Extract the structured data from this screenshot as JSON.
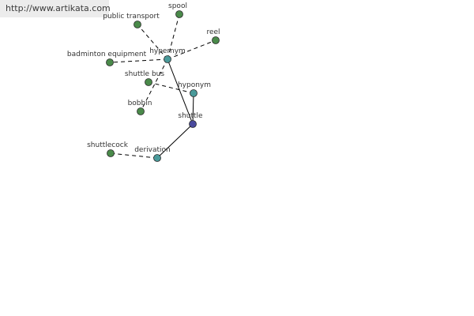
{
  "banner": {
    "url": "http://www.artikata.com"
  },
  "colors": {
    "root": "#4a4a9e",
    "relation": "#4a9a9a",
    "leaf": "#4a8a4a",
    "edge": "#000000",
    "label": "#333333"
  },
  "graph": {
    "nodes": [
      {
        "id": "shuttle",
        "label": "shuttle",
        "kind": "root"
      },
      {
        "id": "hypernym",
        "label": "hypernym",
        "kind": "relation"
      },
      {
        "id": "hyponym",
        "label": "hyponym",
        "kind": "relation"
      },
      {
        "id": "derivation",
        "label": "derivation",
        "kind": "relation"
      },
      {
        "id": "public-transport",
        "label": "public transport",
        "kind": "leaf"
      },
      {
        "id": "spool",
        "label": "spool",
        "kind": "leaf"
      },
      {
        "id": "reel",
        "label": "reel",
        "kind": "leaf"
      },
      {
        "id": "badminton-equipment",
        "label": "badminton equipment",
        "kind": "leaf"
      },
      {
        "id": "bobbin",
        "label": "bobbin",
        "kind": "leaf"
      },
      {
        "id": "shuttle-bus",
        "label": "shuttle bus",
        "kind": "leaf"
      },
      {
        "id": "shuttlecock",
        "label": "shuttlecock",
        "kind": "leaf"
      }
    ],
    "edges": [
      {
        "from": "shuttle",
        "to": "hypernym",
        "style": "solid"
      },
      {
        "from": "shuttle",
        "to": "hyponym",
        "style": "solid"
      },
      {
        "from": "shuttle",
        "to": "derivation",
        "style": "solid"
      },
      {
        "from": "hypernym",
        "to": "public-transport",
        "style": "dashed"
      },
      {
        "from": "hypernym",
        "to": "spool",
        "style": "dashed"
      },
      {
        "from": "hypernym",
        "to": "reel",
        "style": "dashed"
      },
      {
        "from": "hypernym",
        "to": "badminton-equipment",
        "style": "dashed"
      },
      {
        "from": "hypernym",
        "to": "bobbin",
        "style": "dashed"
      },
      {
        "from": "hyponym",
        "to": "shuttle-bus",
        "style": "dashed"
      },
      {
        "from": "derivation",
        "to": "shuttlecock",
        "style": "dashed"
      }
    ]
  }
}
